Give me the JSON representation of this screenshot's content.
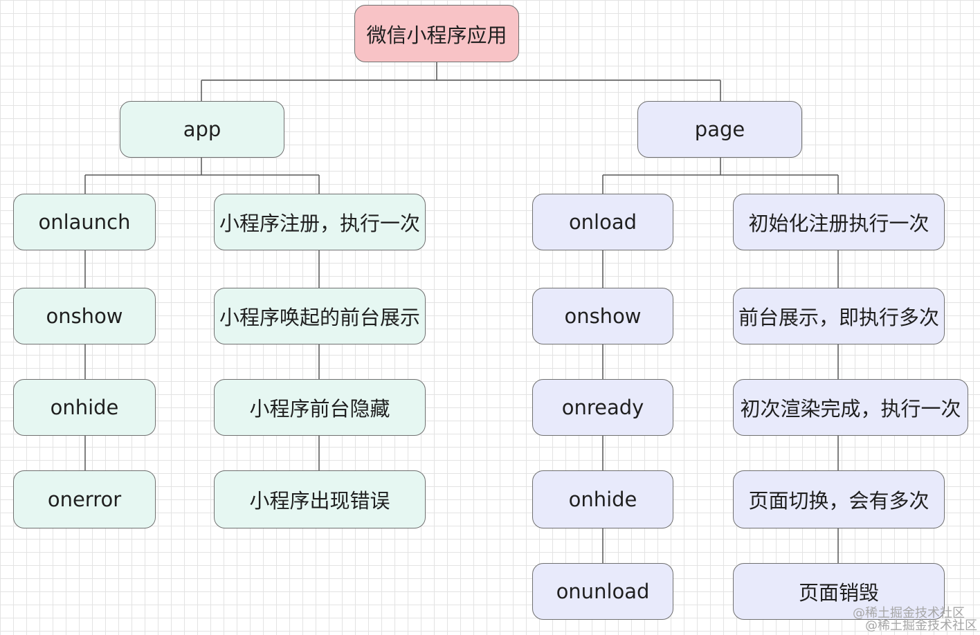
{
  "root": "微信小程序应用",
  "app": {
    "label": "app",
    "hooks": [
      "onlaunch",
      "onshow",
      "onhide",
      "onerror"
    ],
    "notes": [
      "小程序注册，执行一次",
      "小程序唤起的前台展示",
      "小程序前台隐藏",
      "小程序出现错误"
    ]
  },
  "page": {
    "label": "page",
    "hooks": [
      "onload",
      "onshow",
      "onready",
      "onhide",
      "onunload"
    ],
    "notes": [
      "初始化注册执行一次",
      "前台展示，即执行多次",
      "初次渲染完成，执行一次",
      "页面切换，会有多次",
      "页面销毁"
    ]
  },
  "watermark": "@稀土掘金技术社区",
  "colors": {
    "root": "#f8c3c6",
    "app": "#e6f7f2",
    "page": "#e8eafb",
    "border": "#6f6f6f"
  }
}
